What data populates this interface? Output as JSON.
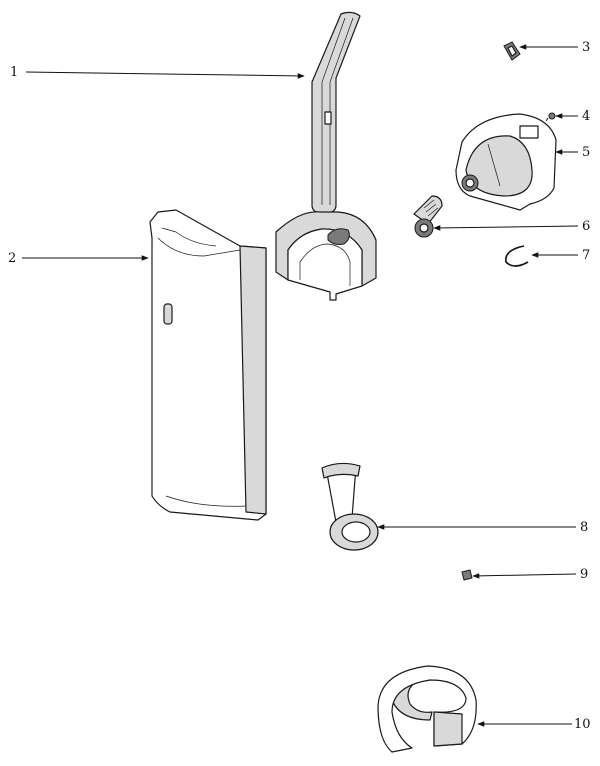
{
  "callouts": [
    {
      "id": "part-1",
      "label": "1"
    },
    {
      "id": "part-2",
      "label": "2"
    },
    {
      "id": "part-3",
      "label": "3"
    },
    {
      "id": "part-4",
      "label": "4"
    },
    {
      "id": "part-5",
      "label": "5"
    },
    {
      "id": "part-6",
      "label": "6"
    },
    {
      "id": "part-7",
      "label": "7"
    },
    {
      "id": "part-8",
      "label": "8"
    },
    {
      "id": "part-9",
      "label": "9"
    },
    {
      "id": "part-10",
      "label": "10"
    }
  ]
}
